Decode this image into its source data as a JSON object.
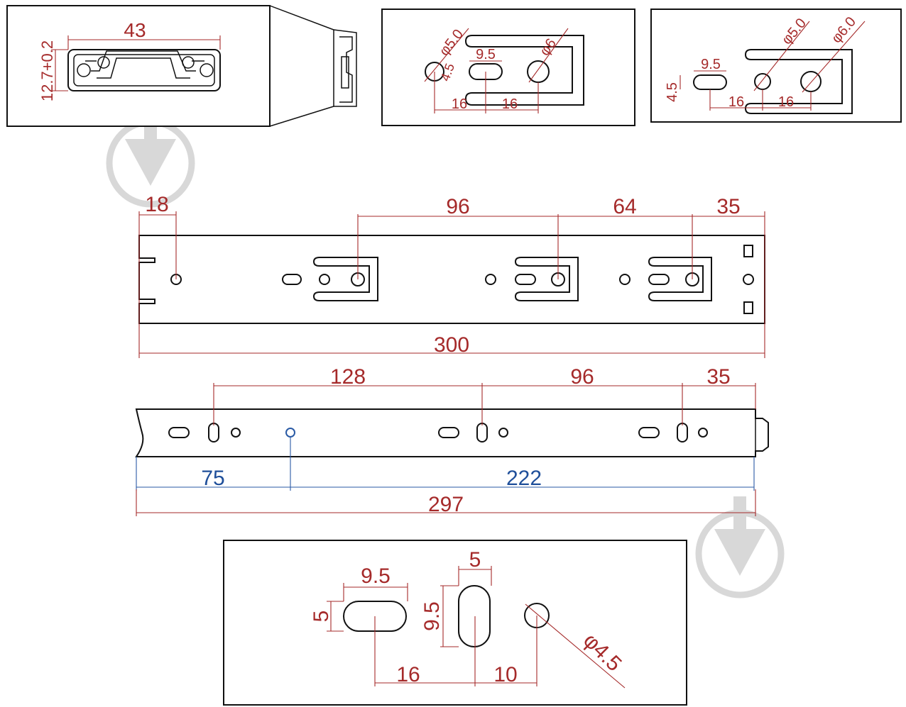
{
  "icons": {
    "watermark": "download-arrow-icon",
    "watermark_color": "#d8d8d8"
  },
  "colors": {
    "dimension": "#a52a2a",
    "blue_dimension": "#1f4f9a",
    "outline": "#111111"
  },
  "detail_profile": {
    "width_label": "43",
    "height_label": "12.7+0.2"
  },
  "detail_slot_a": {
    "dia_small": "φ5.0",
    "dia_large": "φ6",
    "side": "4.5",
    "slot": "9.5",
    "spacing_1": "16",
    "spacing_2": "16"
  },
  "detail_slot_b": {
    "dia_small": "φ5.0",
    "dia_large": "φ6.0",
    "slot": "9.5",
    "side": "4.5",
    "spacing_1": "16",
    "spacing_2": "16"
  },
  "rail_top": {
    "offset": "18",
    "gap_a": "96",
    "gap_b": "64",
    "gap_c": "35",
    "length": "300"
  },
  "rail_bottom": {
    "gap_a": "128",
    "gap_b": "96",
    "gap_c": "35",
    "part_a": "75",
    "part_b": "222",
    "length": "297"
  },
  "detail_holes": {
    "slot_w": "9.5",
    "slot_h": "5",
    "vslot_w": "5",
    "vslot_h": "9.5",
    "dist_1": "16",
    "dist_2": "10",
    "hole_dia": "φ4.5"
  }
}
